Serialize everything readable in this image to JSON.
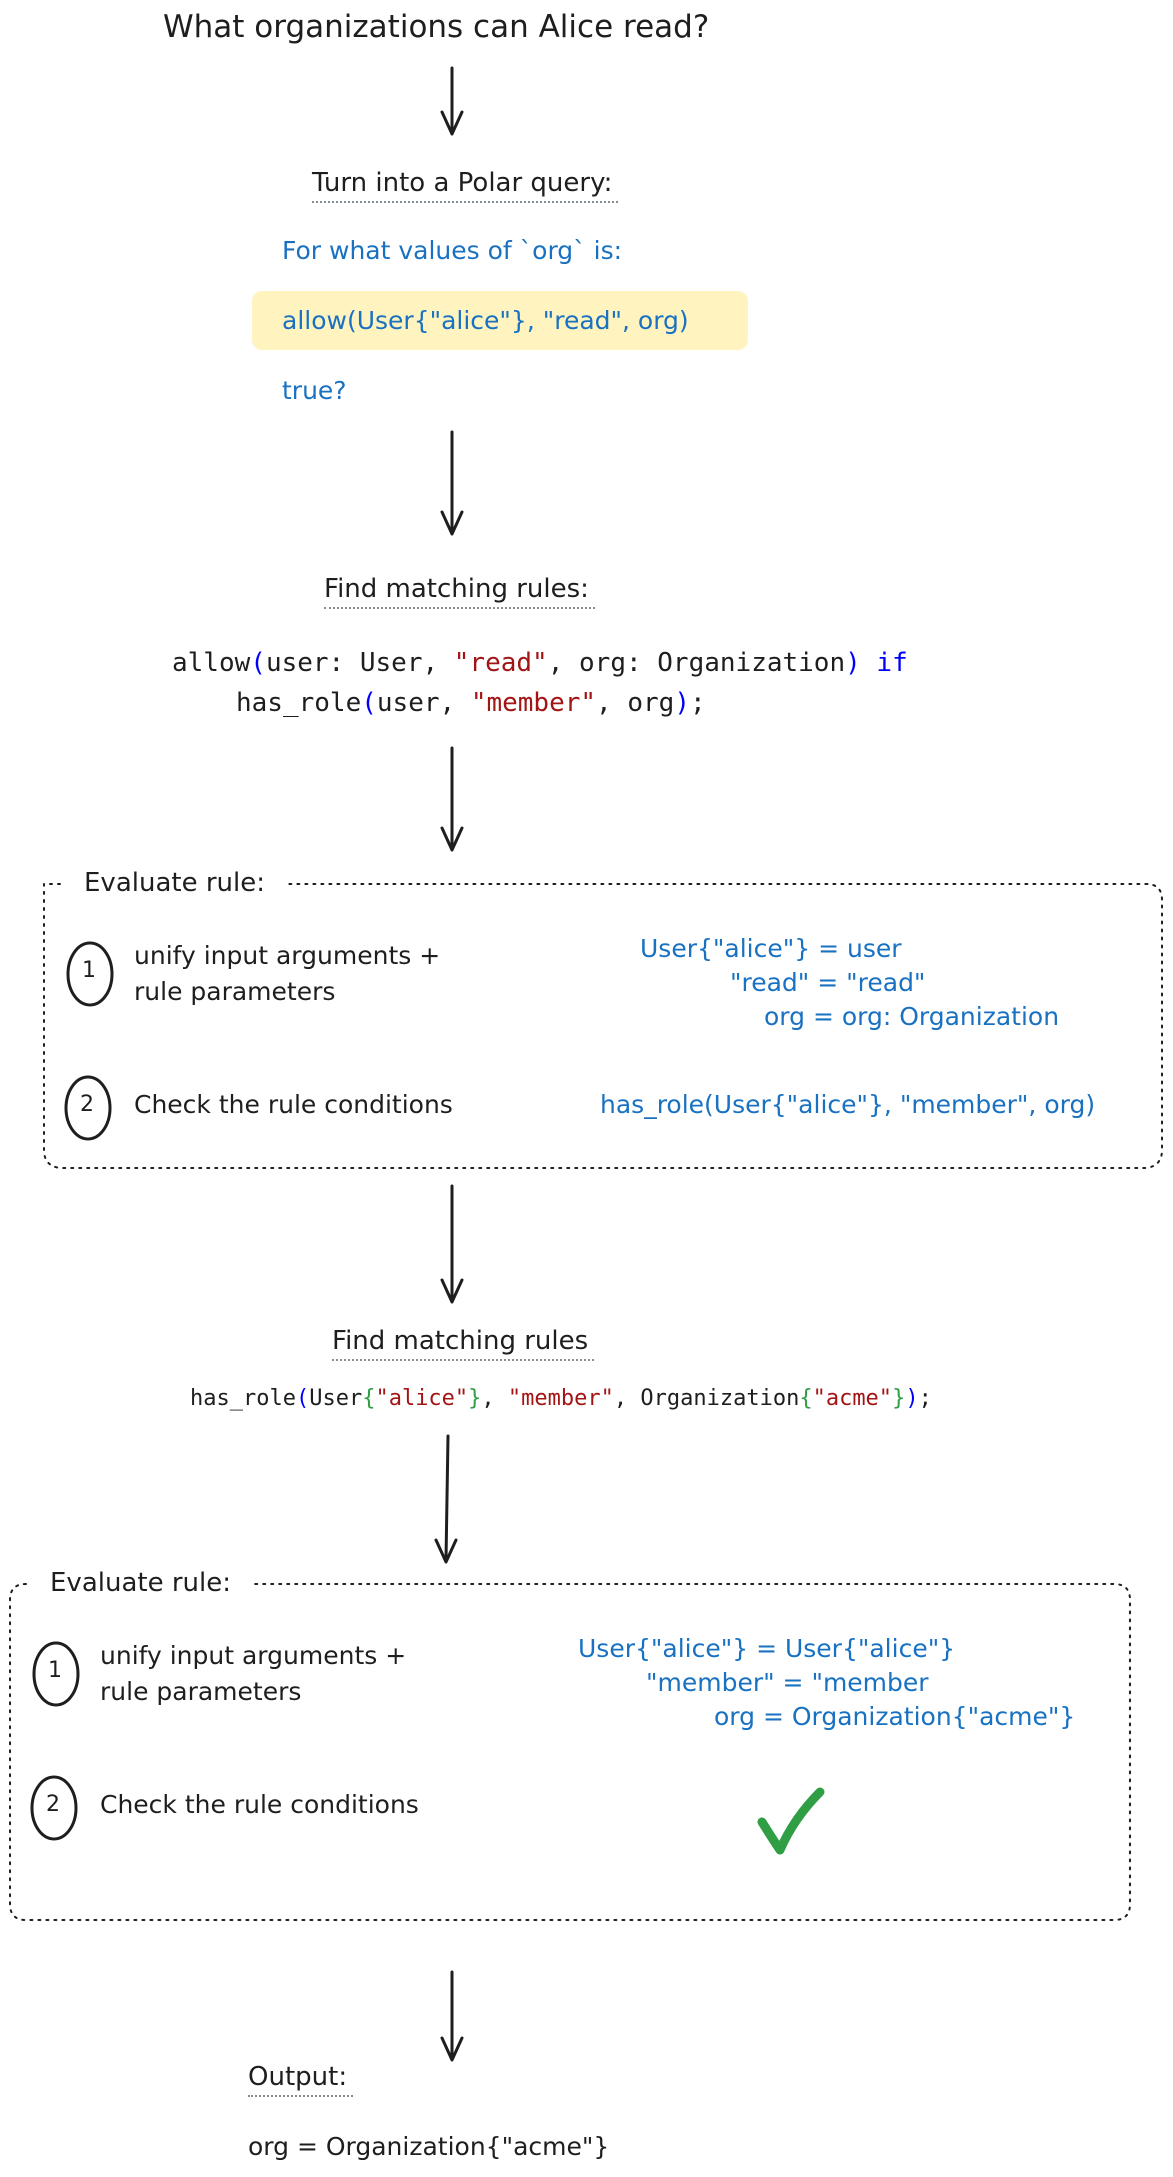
{
  "title": "What organizations can Alice read?",
  "step_query": {
    "heading": "Turn into a Polar query:",
    "line1": "For what values of `org` is:",
    "line2": "allow(User{\"alice\"}, \"read\", org)",
    "line3": "true?"
  },
  "step_match1": {
    "heading": "Find matching rules:",
    "code": {
      "l1_fn": "allow",
      "l1_paren_open": "(",
      "l1_args_a": "user: User, ",
      "l1_str": "\"read\"",
      "l1_args_b": ", org: Organization",
      "l1_paren_close": ")",
      "l1_kw": " if",
      "l2_fn": "has_role",
      "l2_paren_open": "(",
      "l2_arg_a": "user, ",
      "l2_str": "\"member\"",
      "l2_arg_b": ", org",
      "l2_paren_close": ")",
      "l2_end": ";"
    }
  },
  "eval1": {
    "heading": "Evaluate rule:",
    "step1_num": "1",
    "step1_text": "unify input arguments +\nrule parameters",
    "step1_detail_a": "User{\"alice\"} = user",
    "step1_detail_b": "\"read\" = \"read\"",
    "step1_detail_c": "org = org: Organization",
    "step2_num": "2",
    "step2_text": "Check the rule conditions",
    "step2_detail": "has_role(User{\"alice\"}, \"member\", org)"
  },
  "step_match2": {
    "heading": "Find matching rules",
    "code": {
      "fn": "has_role",
      "p_open": "(",
      "t1": "User",
      "b1_open": "{",
      "s1": "\"alice\"",
      "b1_close": "}",
      "sep1": ", ",
      "s2": "\"member\"",
      "sep2": ", Organization",
      "b2_open": "{",
      "s3": "\"acme\"",
      "b2_close": "}",
      "p_close": ")",
      "end": ";"
    }
  },
  "eval2": {
    "heading": "Evaluate rule:",
    "step1_num": "1",
    "step1_text": "unify input arguments +\nrule parameters",
    "step1_detail_a": "User{\"alice\"} = User{\"alice\"}",
    "step1_detail_b": "\"member\" = \"member",
    "step1_detail_c": "org = Organization{\"acme\"}",
    "step2_num": "2",
    "step2_text": "Check the rule conditions",
    "check_icon": "checkmark-icon",
    "check_color": "#2f9e44"
  },
  "output": {
    "heading": "Output:",
    "value": "org = Organization{\"acme\"}"
  }
}
